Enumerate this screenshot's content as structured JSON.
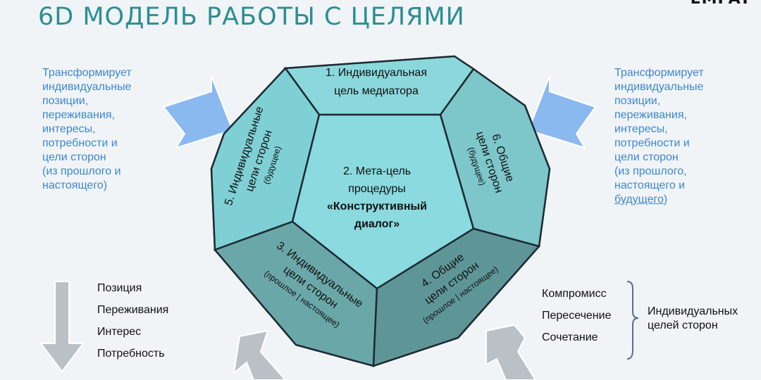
{
  "slide": {
    "title": "6D МОДЕЛЬ РАБОТЫ С ЦЕЛЯМИ",
    "logo": "EMPAT",
    "accent_color": "#2a8f93",
    "link_color": "#3d86d2"
  },
  "left_text": {
    "lines": [
      "Трансформирует",
      "индивидуальные",
      "позиции,",
      "переживания,",
      "интересы,",
      "потребности и",
      "цели сторон"
    ],
    "bracket_lines": [
      "(из прошлого и",
      "настоящего)"
    ]
  },
  "right_text": {
    "lines": [
      "Трансформирует",
      "индивидуальные",
      "позиции,",
      "переживания,",
      "интересы,",
      "потребности и",
      "цели сторон"
    ],
    "bracket_lines": [
      "(из прошлого,",
      "настоящего и"
    ],
    "underlined": "будущего",
    "closing": ")"
  },
  "faces": {
    "f1": {
      "line1": "1. Индивидуальная",
      "line2": "цель медиатора"
    },
    "f2": {
      "line1": "2. Мета-цель",
      "line2": "процедуры",
      "bold1": "«Конструктивный",
      "bold2": "диалог»"
    },
    "f3": {
      "line1": "3. Индивидуальные",
      "line2": "цели сторон",
      "line3": "(прошлое | настоящее)"
    },
    "f4": {
      "line1": "4. Общие",
      "line2": "цели сторон",
      "line3": "(прошлое | настоящее)"
    },
    "f5": {
      "line1": "5. Индивидуальные",
      "line2": "цели сторон",
      "line3": "(будущее)"
    },
    "f6": {
      "line1": "6. Общие",
      "line2": "цели сторон",
      "line3": "(будущее)"
    }
  },
  "left_list": [
    "Позиция",
    "Переживания",
    "Интерес",
    "Потребность"
  ],
  "right_list": [
    "Компромисс",
    "Пересечение",
    "Сочетание"
  ],
  "brace_label": [
    "Индивидуальных",
    "целей сторон"
  ],
  "colors": {
    "top_face": "#8ad8dc",
    "side_face": "#7ecfd3",
    "bottom_face": "#6aa7a8",
    "dark_face": "#5e9697",
    "blue_arrow": "#8ab9f0",
    "grey_arrow": "#b9c0c6"
  }
}
